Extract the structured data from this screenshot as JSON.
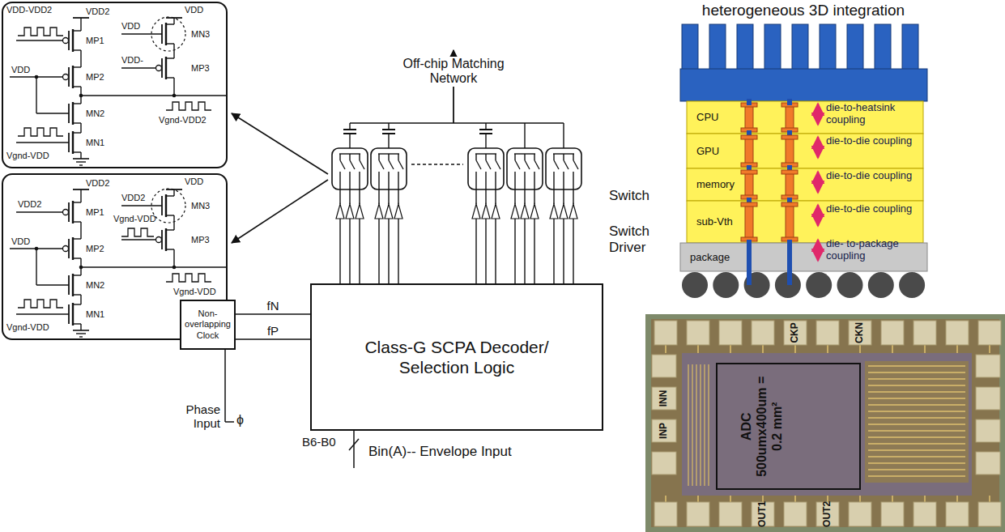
{
  "diagram": {
    "nodes": [
      {
        "text": [
          "CPU"
        ]
      },
      {
        "text": [
          "GPU"
        ]
      },
      {
        "text": [
          "memory"
        ]
      },
      {
        "text": [
          "sub-Vth"
        ]
      },
      {
        "text": [
          "package"
        ]
      },
      {
        "text": [
          "Class-G SCPA Decoder/ Selection Logic"
        ]
      },
      {
        "text": [
          "Non-overlapping Clock"
        ]
      },
      {
        "text": [
          "ADC",
          "500umx400um = 0.2 mm²"
        ]
      }
    ],
    "edges": [
      {
        "from": 6,
        "to": 5,
        "label": "fN",
        "arrow": "none"
      },
      {
        "from": 6,
        "to": 5,
        "label": "fP",
        "arrow": "none"
      }
    ],
    "labels": [
      "VDD-VDD2",
      "VDD2",
      "MP1",
      "VDD",
      "MP2",
      "MN2",
      "MN1",
      "Vgnd-VDD",
      "VDD",
      "MN3",
      "VDD",
      "VDD-",
      "MP3",
      "Vgnd-VDD2",
      "VDD2",
      "VDD2",
      "MP1",
      "VDD",
      "MP2",
      "MN2",
      "MN1",
      "Vgnd-VDD",
      "MN3",
      "VDD",
      "VDD2",
      "Vgnd-VDD",
      "MP3",
      "Vgnd-VDD",
      "Off-chip Matching Network",
      "Switch",
      "Switch Driver",
      "Phase Input",
      "ϕ",
      "B6-B0",
      "Bin(A)-- Envelope Input",
      "heterogeneous 3D integration",
      "die-to-heatsink coupling",
      "die-to-die coupling",
      "die-to-die coupling",
      "die-to-die coupling",
      "die- to-package coupling",
      "CKP",
      "CKN",
      "INN",
      "INP",
      "OUT1",
      "OUT2"
    ]
  }
}
